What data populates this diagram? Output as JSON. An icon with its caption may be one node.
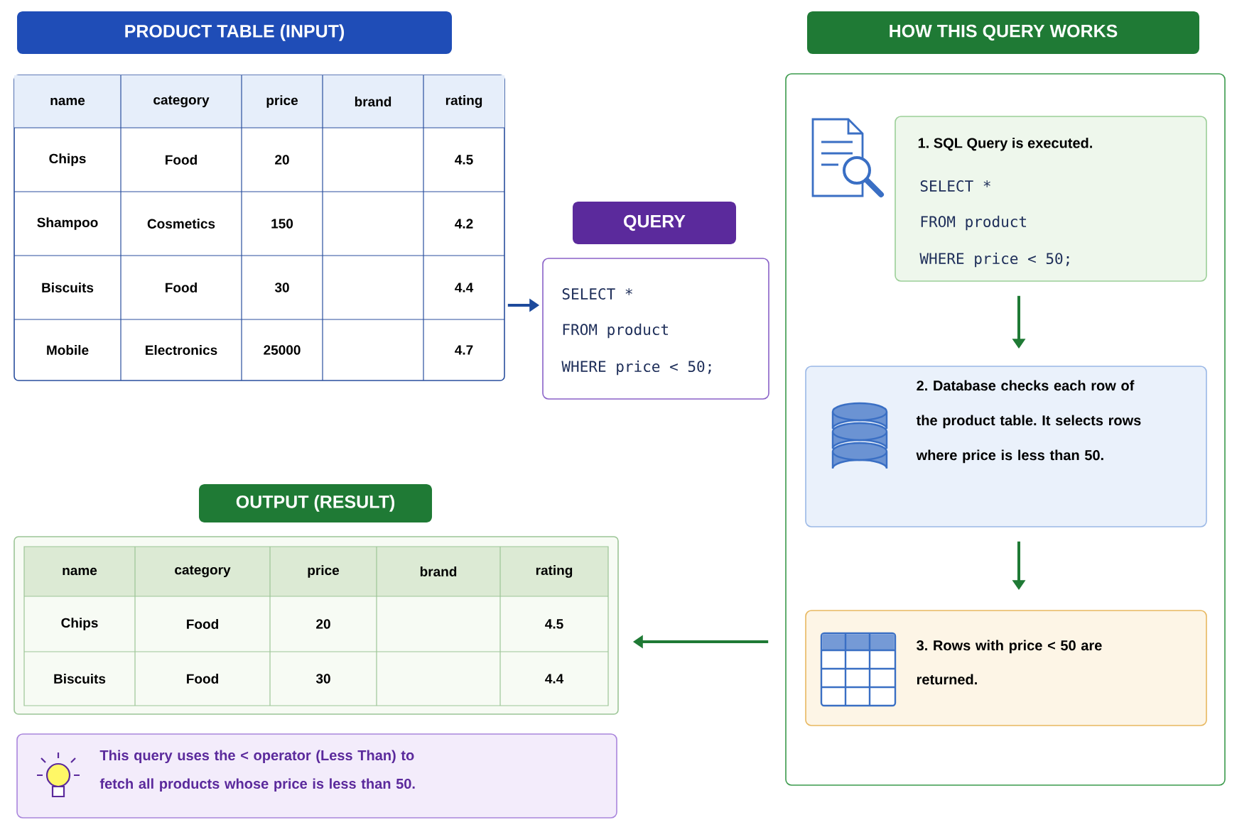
{
  "diagram": {
    "nodes": [
      {
        "text": [
          "PRODUCT TABLE (INPUT)"
        ]
      },
      {
        "text": [
          "name",
          "category",
          "price",
          "brand",
          "rating",
          "Chips",
          "Food",
          "20",
          "4.5",
          "Shampoo",
          "Cosmetics",
          "150",
          "4.2",
          "Biscuits",
          "Food",
          "30",
          "4.4",
          "Mobile",
          "Electronics",
          "25000",
          "4.7"
        ]
      },
      {
        "text": [
          "QUERY"
        ]
      },
      {
        "text": [
          "SELECT *",
          "FROM product",
          "WHERE price < 50;"
        ]
      },
      {
        "text": [
          "HOW THIS QUERY WORKS"
        ]
      },
      {
        "text": [],
        "shape": "box"
      },
      {
        "text": [
          "1. SQL Query is executed.",
          "SELECT *",
          "FROM product",
          "WHERE price < 50;"
        ],
        "in": 5
      },
      {
        "text": [
          "2. Database checks each row of the product table. It selects rows where price is less than 50."
        ],
        "in": 5
      },
      {
        "text": [
          "3. Rows with price < 50 are returned."
        ],
        "in": 5
      },
      {
        "text": [
          "OUTPUT (RESULT)"
        ]
      },
      {
        "text": [
          "name",
          "category",
          "price",
          "brand",
          "rating",
          "Chips",
          "Food",
          "20",
          "4.5",
          "Biscuits",
          "Food",
          "30",
          "4.4"
        ]
      },
      {
        "text": [
          "This query uses the < operator (Less Than) to fetch all products whose price is less than 50."
        ]
      }
    ],
    "edges": [
      {
        "from": 1,
        "to": 3,
        "arrow": "to",
        "color": "#1d4a9c"
      },
      {
        "from": 6,
        "to": 7,
        "arrow": "to"
      },
      {
        "from": 7,
        "to": 8,
        "arrow": "to"
      },
      {
        "from": 5,
        "to": 10,
        "arrow": "to"
      }
    ]
  }
}
